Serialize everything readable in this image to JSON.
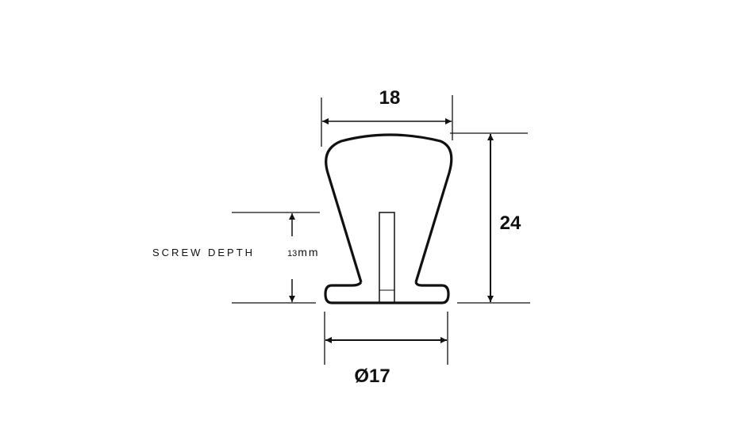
{
  "dimensions": {
    "width": "18",
    "height": "24",
    "diameter": "Ø17",
    "screw_depth_label": "SCREW DEPTH",
    "screw_depth_value_num": "13",
    "screw_depth_value_unit": "mm"
  },
  "colors": {
    "line": "#111111",
    "background": "#ffffff"
  }
}
